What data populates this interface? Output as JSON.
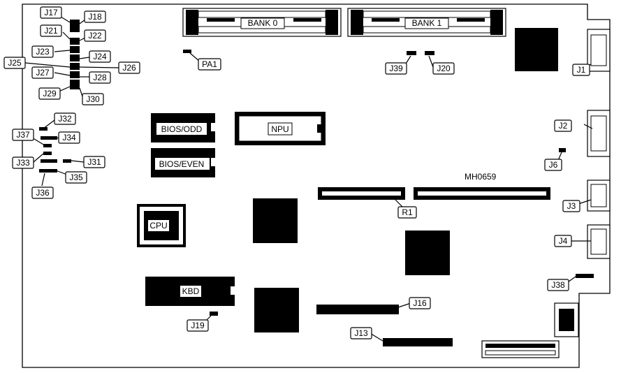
{
  "labels": {
    "j17": "J17",
    "j18": "J18",
    "j21": "J21",
    "j22": "J22",
    "j23": "J23",
    "j24": "J24",
    "j25": "J25",
    "j26": "J26",
    "j27": "J27",
    "j28": "J28",
    "j29": "J29",
    "j30": "J30",
    "j32": "J32",
    "j37": "J37",
    "j34": "J34",
    "j33": "J33",
    "j31": "J31",
    "j35": "J35",
    "j36": "J36",
    "pa1": "PA1",
    "bank0": "BANK 0",
    "bank1": "BANK 1",
    "j39": "J39",
    "j20": "J20",
    "j1": "J1",
    "j2": "J2",
    "j6": "J6",
    "j3": "J3",
    "j4": "J4",
    "j38": "J38",
    "j16": "J16",
    "j13": "J13",
    "j19": "J19",
    "r1": "R1",
    "bios_odd": "BIOS/ODD",
    "bios_even": "BIOS/EVEN",
    "npu": "NPU",
    "cpu": "CPU",
    "kbd": "KBD",
    "mh": "MH0659"
  }
}
